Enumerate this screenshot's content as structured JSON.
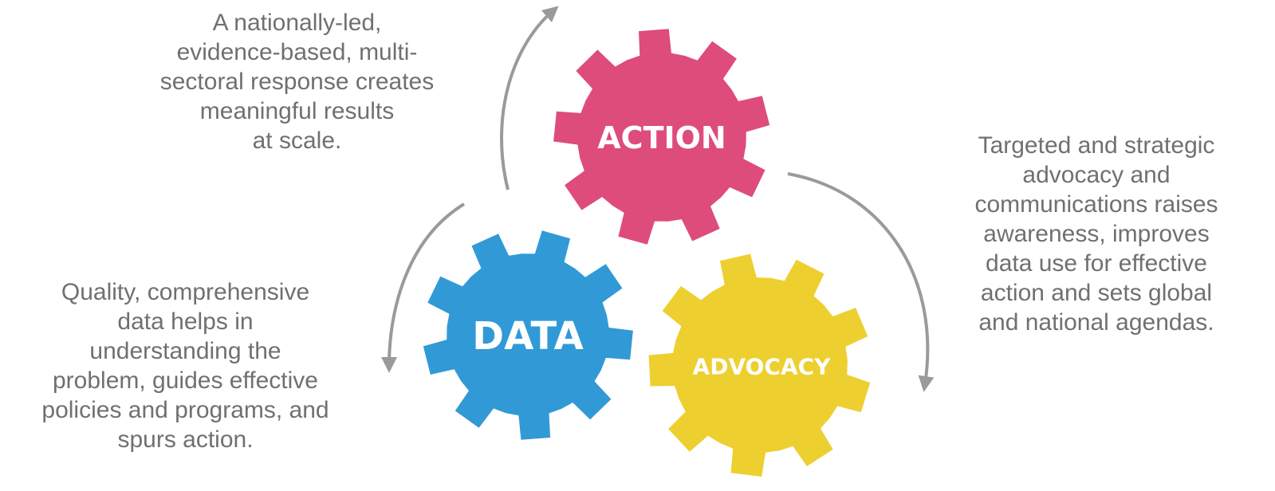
{
  "gears": {
    "action": {
      "label": "ACTION",
      "color": "#DE4C7B"
    },
    "data": {
      "label": "DATA",
      "color": "#319AD6"
    },
    "advocacy": {
      "label": "ADVOCACY",
      "color": "#EDCF2F"
    }
  },
  "descriptions": {
    "action": {
      "lines": [
        "A nationally-led,",
        "evidence-based, multi-",
        "sectoral response creates",
        "meaningful results",
        "at scale."
      ]
    },
    "advocacy": {
      "lines": [
        "Targeted and strategic",
        "advocacy and",
        "communications raises",
        "awareness, improves",
        "data use for effective",
        "action and sets global",
        "and national agendas."
      ]
    },
    "data": {
      "lines": [
        "Quality, comprehensive",
        "data helps in",
        "understanding the",
        "problem, guides effective",
        "policies and programs, and",
        "spurs action."
      ]
    }
  },
  "colors": {
    "text": "#707070",
    "arrow": "#9A9A9A"
  },
  "icons": {
    "arrows": [
      "cycle-arrow-icon",
      "cycle-arrow-icon",
      "cycle-arrow-icon"
    ],
    "arrowhead": "arrowhead-icon"
  }
}
